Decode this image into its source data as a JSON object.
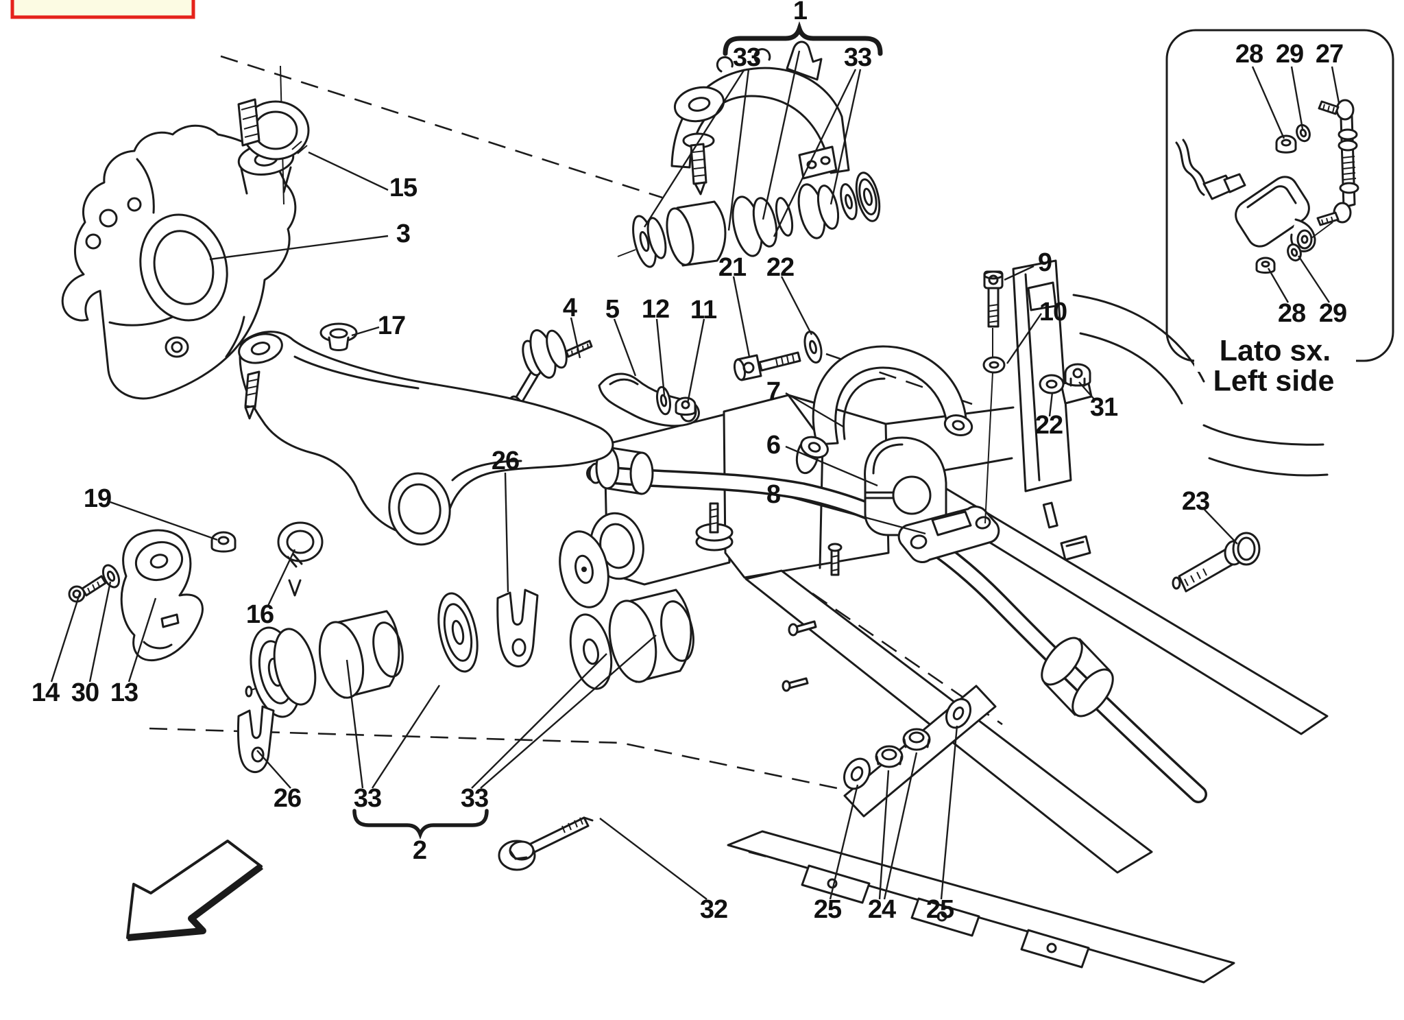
{
  "figure": {
    "type": "exploded-parts-diagram",
    "subject": "front suspension levers and stabilizer bar"
  },
  "colors": {
    "line": "#1b1b1b",
    "background": "#FFFFFF",
    "legend_fill": "#FCFBE3",
    "legend_border": "#E5231B"
  },
  "inset": {
    "caption_line1": "Lato sx.",
    "caption_line2": "Left side"
  },
  "callouts": [
    {
      "text": "1"
    },
    {
      "text": "33"
    },
    {
      "text": "33"
    },
    {
      "text": "15"
    },
    {
      "text": "3"
    },
    {
      "text": "17"
    },
    {
      "text": "4"
    },
    {
      "text": "5"
    },
    {
      "text": "12"
    },
    {
      "text": "11"
    },
    {
      "text": "21"
    },
    {
      "text": "22"
    },
    {
      "text": "9"
    },
    {
      "text": "10"
    },
    {
      "text": "7"
    },
    {
      "text": "6"
    },
    {
      "text": "8"
    },
    {
      "text": "22"
    },
    {
      "text": "31"
    },
    {
      "text": "19"
    },
    {
      "text": "16"
    },
    {
      "text": "14"
    },
    {
      "text": "30"
    },
    {
      "text": "13"
    },
    {
      "text": "26"
    },
    {
      "text": "33"
    },
    {
      "text": "33"
    },
    {
      "text": "2"
    },
    {
      "text": "26"
    },
    {
      "text": "32"
    },
    {
      "text": "25"
    },
    {
      "text": "24"
    },
    {
      "text": "25"
    },
    {
      "text": "23"
    },
    {
      "text": "28"
    },
    {
      "text": "29"
    },
    {
      "text": "27"
    },
    {
      "text": "28"
    },
    {
      "text": "29"
    }
  ]
}
